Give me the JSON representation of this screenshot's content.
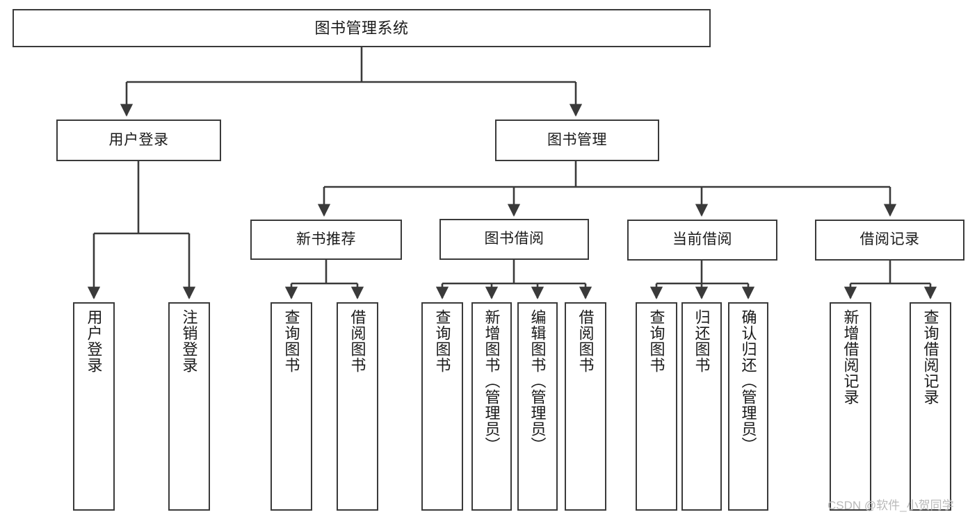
{
  "diagram": {
    "title": "图书管理系统",
    "type": "functional-structure-tree",
    "watermark": "CSDN @软件_小贺同学",
    "colors": {
      "stroke": "#3a3a3a",
      "fill": "#ffffff",
      "text": "#1a1a1a",
      "watermark": "#b9b9b9"
    },
    "nodes": {
      "root": {
        "label": "图书管理系统"
      },
      "level1": [
        {
          "id": "user-login",
          "label": "用户登录"
        },
        {
          "id": "book-manage",
          "label": "图书管理"
        }
      ],
      "level2": [
        {
          "id": "new-book-recommend",
          "label": "新书推荐"
        },
        {
          "id": "book-borrow",
          "label": "图书借阅"
        },
        {
          "id": "current-borrow",
          "label": "当前借阅"
        },
        {
          "id": "borrow-record",
          "label": "借阅记录"
        }
      ],
      "leaves": {
        "user_login": [
          {
            "id": "leaf-user-login",
            "label": "用户登录"
          },
          {
            "id": "leaf-logout-login",
            "label": "注销登录"
          }
        ],
        "new_book_recommend": [
          {
            "id": "leaf-query-book-1",
            "label": "查询图书"
          },
          {
            "id": "leaf-borrow-book-1",
            "label": "借阅图书"
          }
        ],
        "book_borrow": [
          {
            "id": "leaf-query-book-2",
            "label": "查询图书"
          },
          {
            "id": "leaf-add-book",
            "label": "新增图书（管理员）"
          },
          {
            "id": "leaf-edit-book",
            "label": "编辑图书（管理员）"
          },
          {
            "id": "leaf-borrow-book-2",
            "label": "借阅图书"
          }
        ],
        "current_borrow": [
          {
            "id": "leaf-query-book-3",
            "label": "查询图书"
          },
          {
            "id": "leaf-return-book",
            "label": "归还图书"
          },
          {
            "id": "leaf-confirm-return",
            "label": "确认归还（管理员）"
          }
        ],
        "borrow_record": [
          {
            "id": "leaf-add-record",
            "label": "新增借阅记录"
          },
          {
            "id": "leaf-query-record",
            "label": "查询借阅记录"
          }
        ]
      }
    }
  }
}
